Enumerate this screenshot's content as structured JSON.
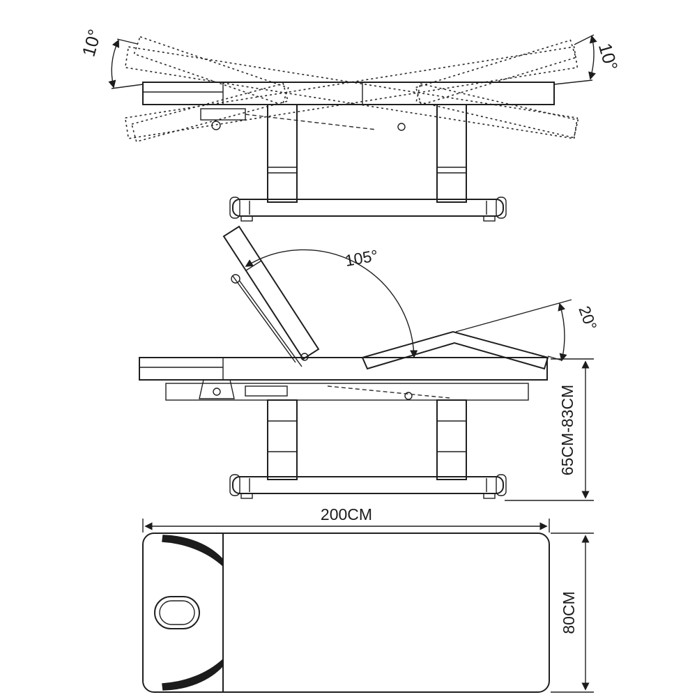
{
  "drawing": {
    "title": "electric massage table technical drawing",
    "view_top": {
      "left_tilt": "10°",
      "right_tilt": "10°"
    },
    "view_side": {
      "backrest_angle": "105°",
      "leg_angle": "20°",
      "height_range": "65CM-83CM"
    },
    "view_plan": {
      "length": "200CM",
      "width": "80CM"
    }
  },
  "colors": {
    "line": "#1f1f1f",
    "background": "#ffffff"
  }
}
